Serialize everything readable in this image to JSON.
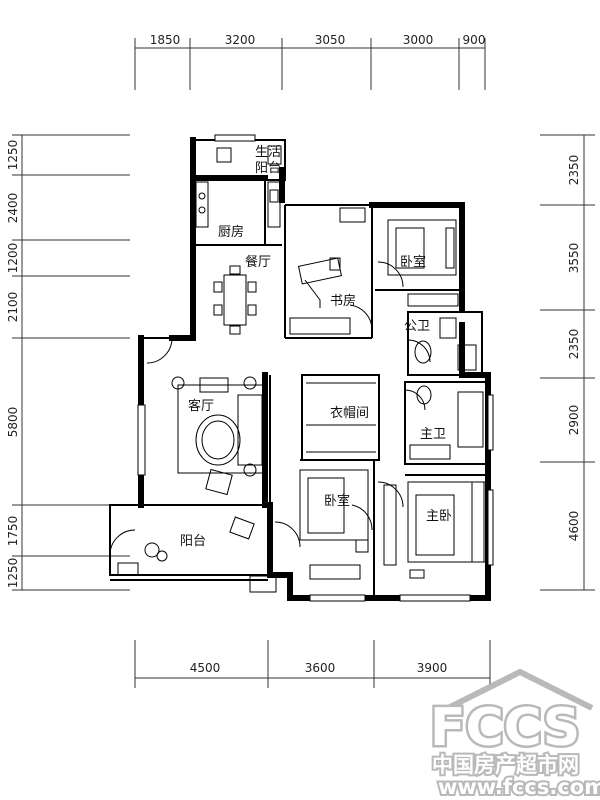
{
  "dimensions": {
    "top": [
      "1850",
      "3200",
      "3050",
      "3000",
      "900"
    ],
    "bottom": [
      "4500",
      "3600",
      "3900"
    ],
    "left": [
      "1250",
      "2400",
      "1200",
      "2100",
      "5800",
      "1750",
      "1250"
    ],
    "right": [
      "2350",
      "3550",
      "2350",
      "2900",
      "4600"
    ]
  },
  "rooms": {
    "laundry_balcony_line1": "生活",
    "laundry_balcony_line2": "阳台",
    "kitchen": "厨房",
    "dining": "餐厅",
    "study": "书房",
    "bedroom_ne": "卧室",
    "public_bath": "公卫",
    "living": "客厅",
    "walk_in_closet": "衣帽间",
    "master_bath": "主卫",
    "bedroom_s": "卧室",
    "master_bedroom": "主卧",
    "balcony": "阳台"
  },
  "watermark": {
    "logo": "FCCS",
    "site_name": "中国房产超市网",
    "url": "www.fccs.com"
  }
}
